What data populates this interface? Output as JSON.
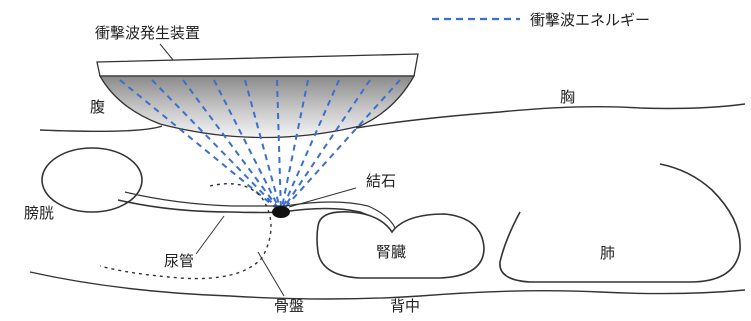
{
  "labels": {
    "device": "衝撃波発生装置",
    "legend": "衝撃波エネルギー",
    "abdomen": "腹",
    "chest": "胸",
    "stone": "結石",
    "bladder": "膀胱",
    "ureter": "尿管",
    "kidney": "腎臓",
    "lung": "肺",
    "pelvis": "骨盤",
    "back": "背中"
  },
  "colors": {
    "energy_lines": "#3a6fd0",
    "outline": "#333333",
    "stone": "#111111"
  }
}
